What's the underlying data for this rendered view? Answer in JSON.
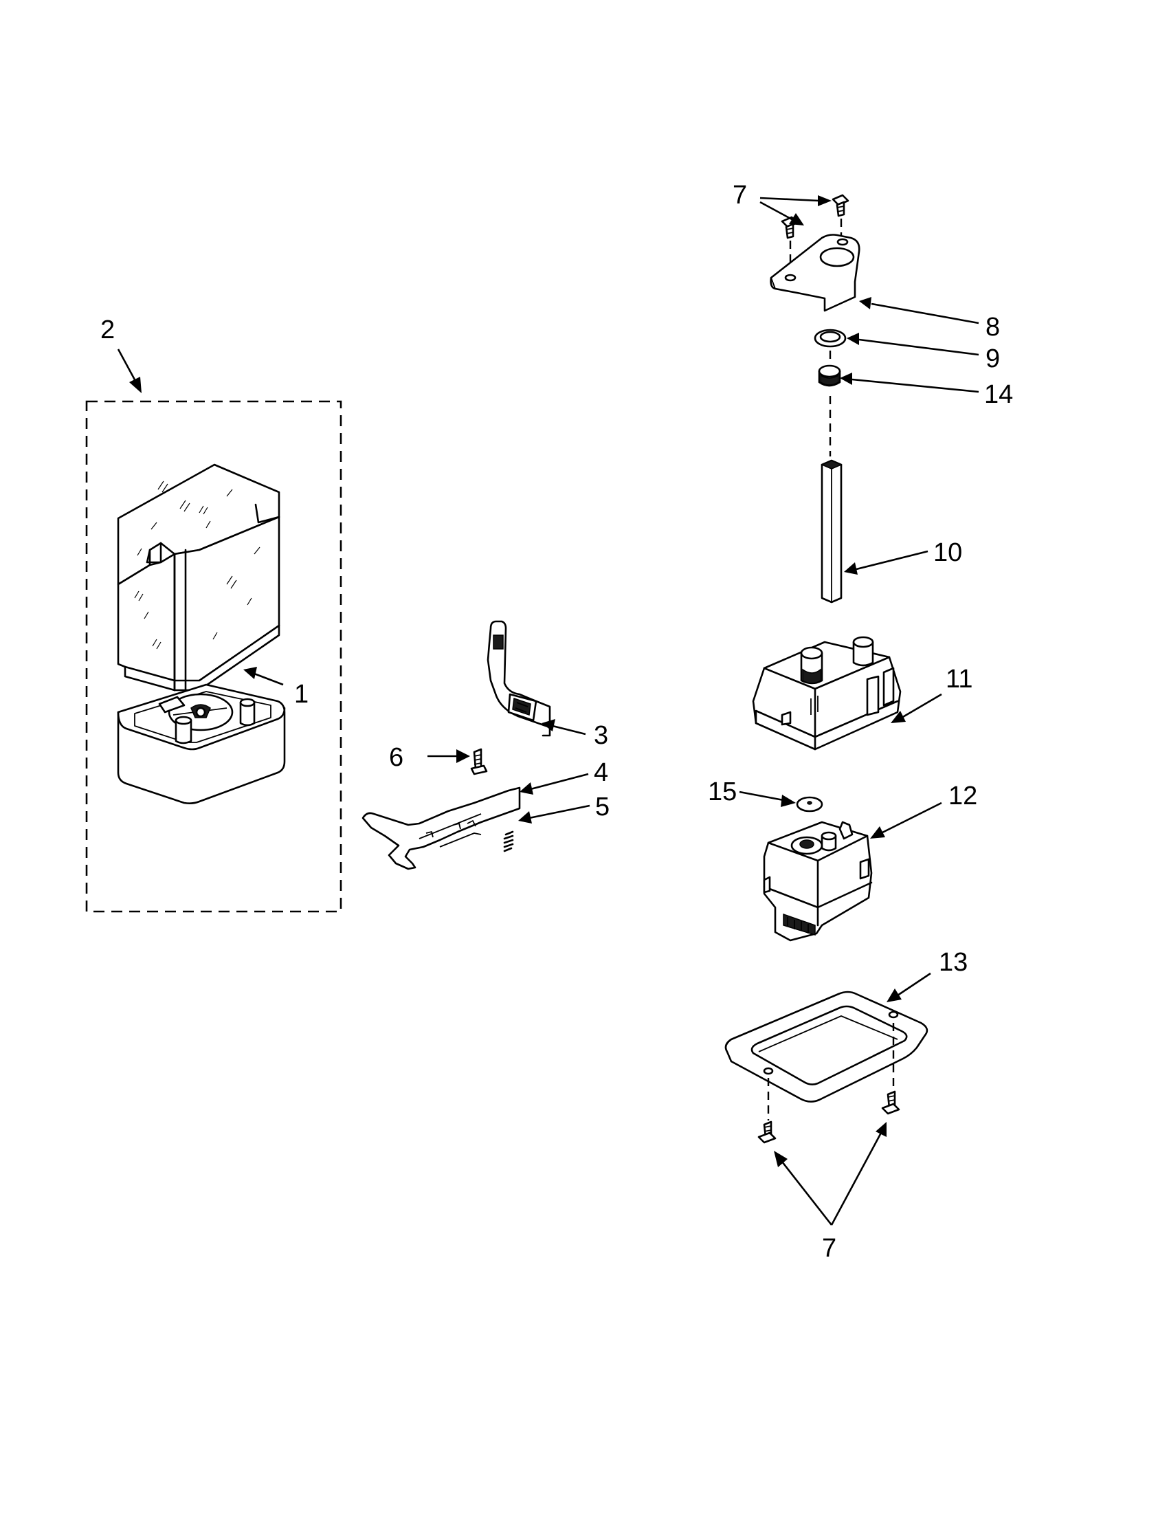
{
  "callouts": {
    "c1": "1",
    "c2": "2",
    "c3": "3",
    "c4": "4",
    "c5": "5",
    "c6": "6",
    "c7_top": "7",
    "c7_bottom": "7",
    "c8": "8",
    "c9": "9",
    "c10": "10",
    "c11": "11",
    "c12": "12",
    "c13": "13",
    "c14": "14",
    "c15": "15"
  }
}
